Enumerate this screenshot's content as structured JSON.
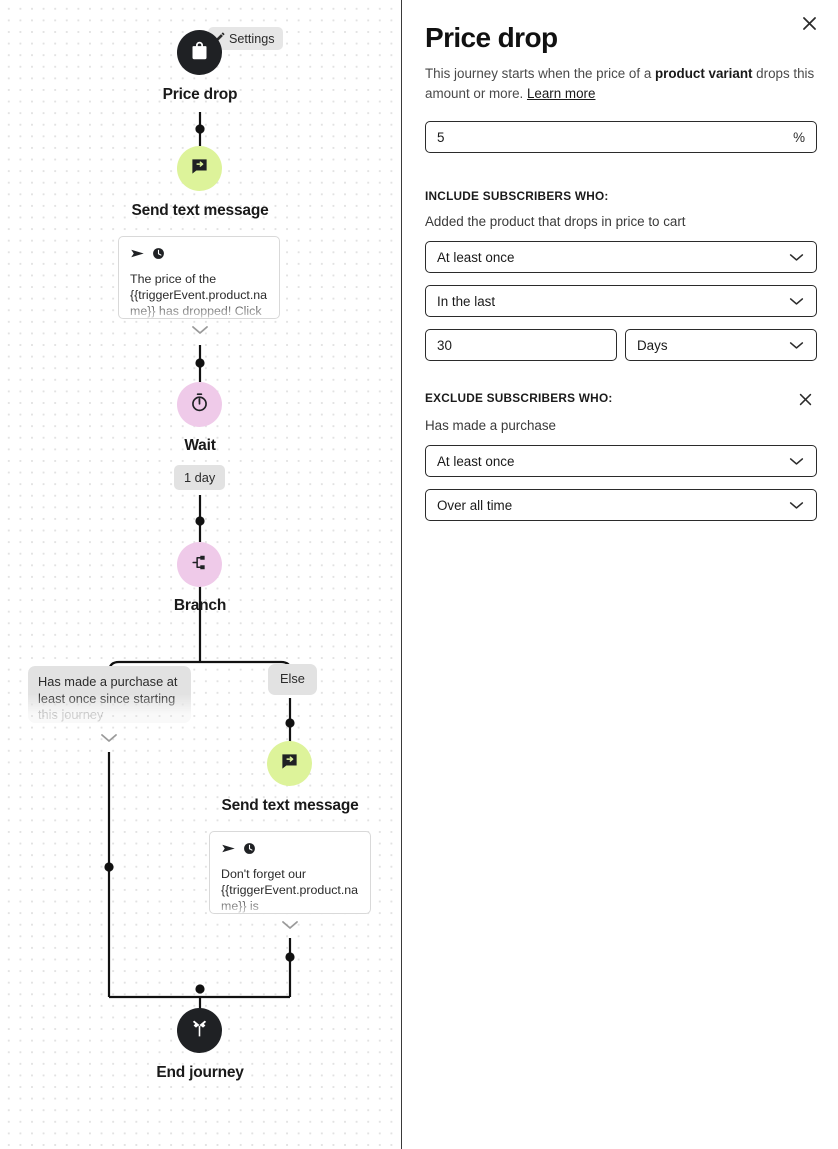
{
  "canvas": {
    "settings_chip": {
      "label": "Settings",
      "icon": "pencil-icon"
    },
    "nodes": [
      {
        "id": "trigger",
        "label": "Price drop",
        "icon": "shopping-bag-icon",
        "color": "#1f2124"
      },
      {
        "id": "message-1",
        "label": "Send text message",
        "icon": "chat-arrow-icon",
        "color": "#ddf39a"
      },
      {
        "id": "wait",
        "label": "Wait",
        "icon": "stopwatch-icon",
        "color": "#efcae9"
      },
      {
        "id": "branch",
        "label": "Branch",
        "icon": "branch-split-icon",
        "color": "#efcae9"
      },
      {
        "id": "message-2",
        "label": "Send text message",
        "icon": "chat-arrow-icon",
        "color": "#ddf39a"
      },
      {
        "id": "end",
        "label": "End journey",
        "icon": "crossed-flags-icon",
        "color": "#1f2124"
      }
    ],
    "message_cards": [
      {
        "id": "card-1",
        "icons": [
          "send-icon",
          "clock-icon"
        ],
        "text": "The price of the {{triggerEvent.product.name}} has dropped! Click"
      },
      {
        "id": "card-2",
        "icons": [
          "send-icon",
          "clock-icon"
        ],
        "text": "Don't forget our {{triggerEvent.product.name}} is"
      }
    ],
    "wait_duration": "1 day",
    "branch_labels": [
      {
        "id": "branch-yes",
        "text": "Has made a purchase at least once since starting this journey"
      },
      {
        "id": "branch-else",
        "text": "Else"
      }
    ]
  },
  "panel": {
    "close_icon": "close-icon",
    "title": "Price drop",
    "description": {
      "part1": "This journey starts when the price of a ",
      "bold": "product variant",
      "part2": " drops this amount or more. ",
      "link": "Learn more"
    },
    "amount": {
      "value": "5",
      "suffix": "%"
    },
    "include": {
      "heading": "INCLUDE SUBSCRIBERS WHO:",
      "subtitle": "Added the product that drops in price to cart",
      "frequency": "At least once",
      "timeframe": "In the last",
      "duration_value": "30",
      "duration_unit": "Days"
    },
    "exclude": {
      "heading": "EXCLUDE SUBSCRIBERS WHO:",
      "close_icon": "close-icon",
      "subtitle": "Has made a purchase",
      "frequency": "At least once",
      "timeframe": "Over all time"
    }
  }
}
